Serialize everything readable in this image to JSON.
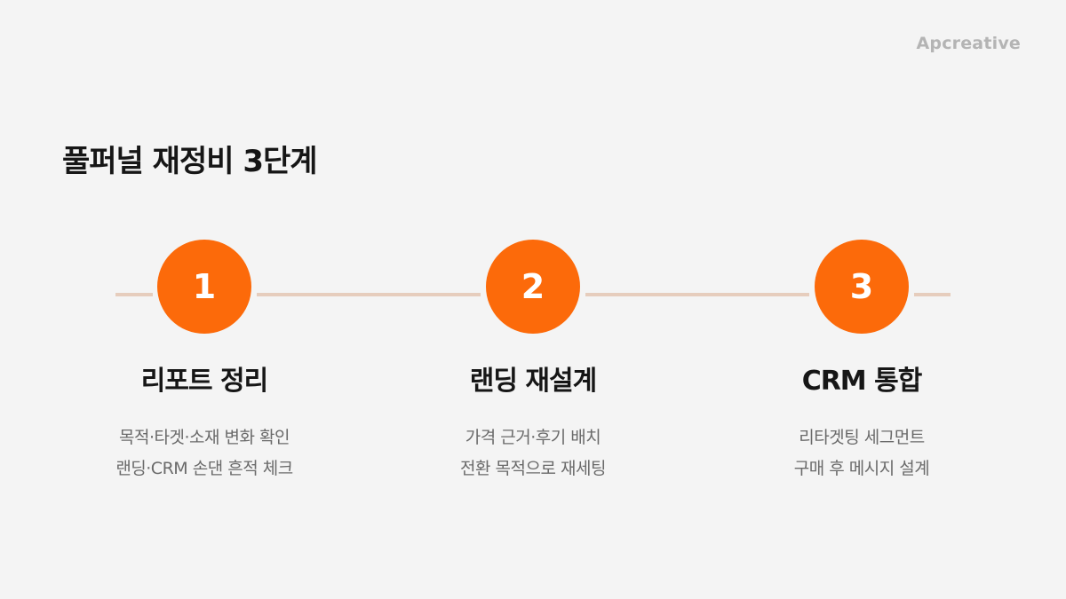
{
  "brand": "Apcreative",
  "title": "풀퍼널 재정비 3단계",
  "steps": [
    {
      "number": "1",
      "title": "리포트 정리",
      "desc_line1": "목적·타겟·소재 변화 확인",
      "desc_line2": "랜딩·CRM 손댄 흔적 체크"
    },
    {
      "number": "2",
      "title": "랜딩 재설계",
      "desc_line1": "가격 근거·후기 배치",
      "desc_line2": "전환 목적으로 재세팅"
    },
    {
      "number": "3",
      "title": "CRM 통합",
      "desc_line1": "리타겟팅 세그먼트",
      "desc_line2": "구매 후 메시지 설계"
    }
  ],
  "colors": {
    "accent": "#fc6a0a",
    "connector": "#e6cdbd",
    "background": "#f4f4f4"
  }
}
